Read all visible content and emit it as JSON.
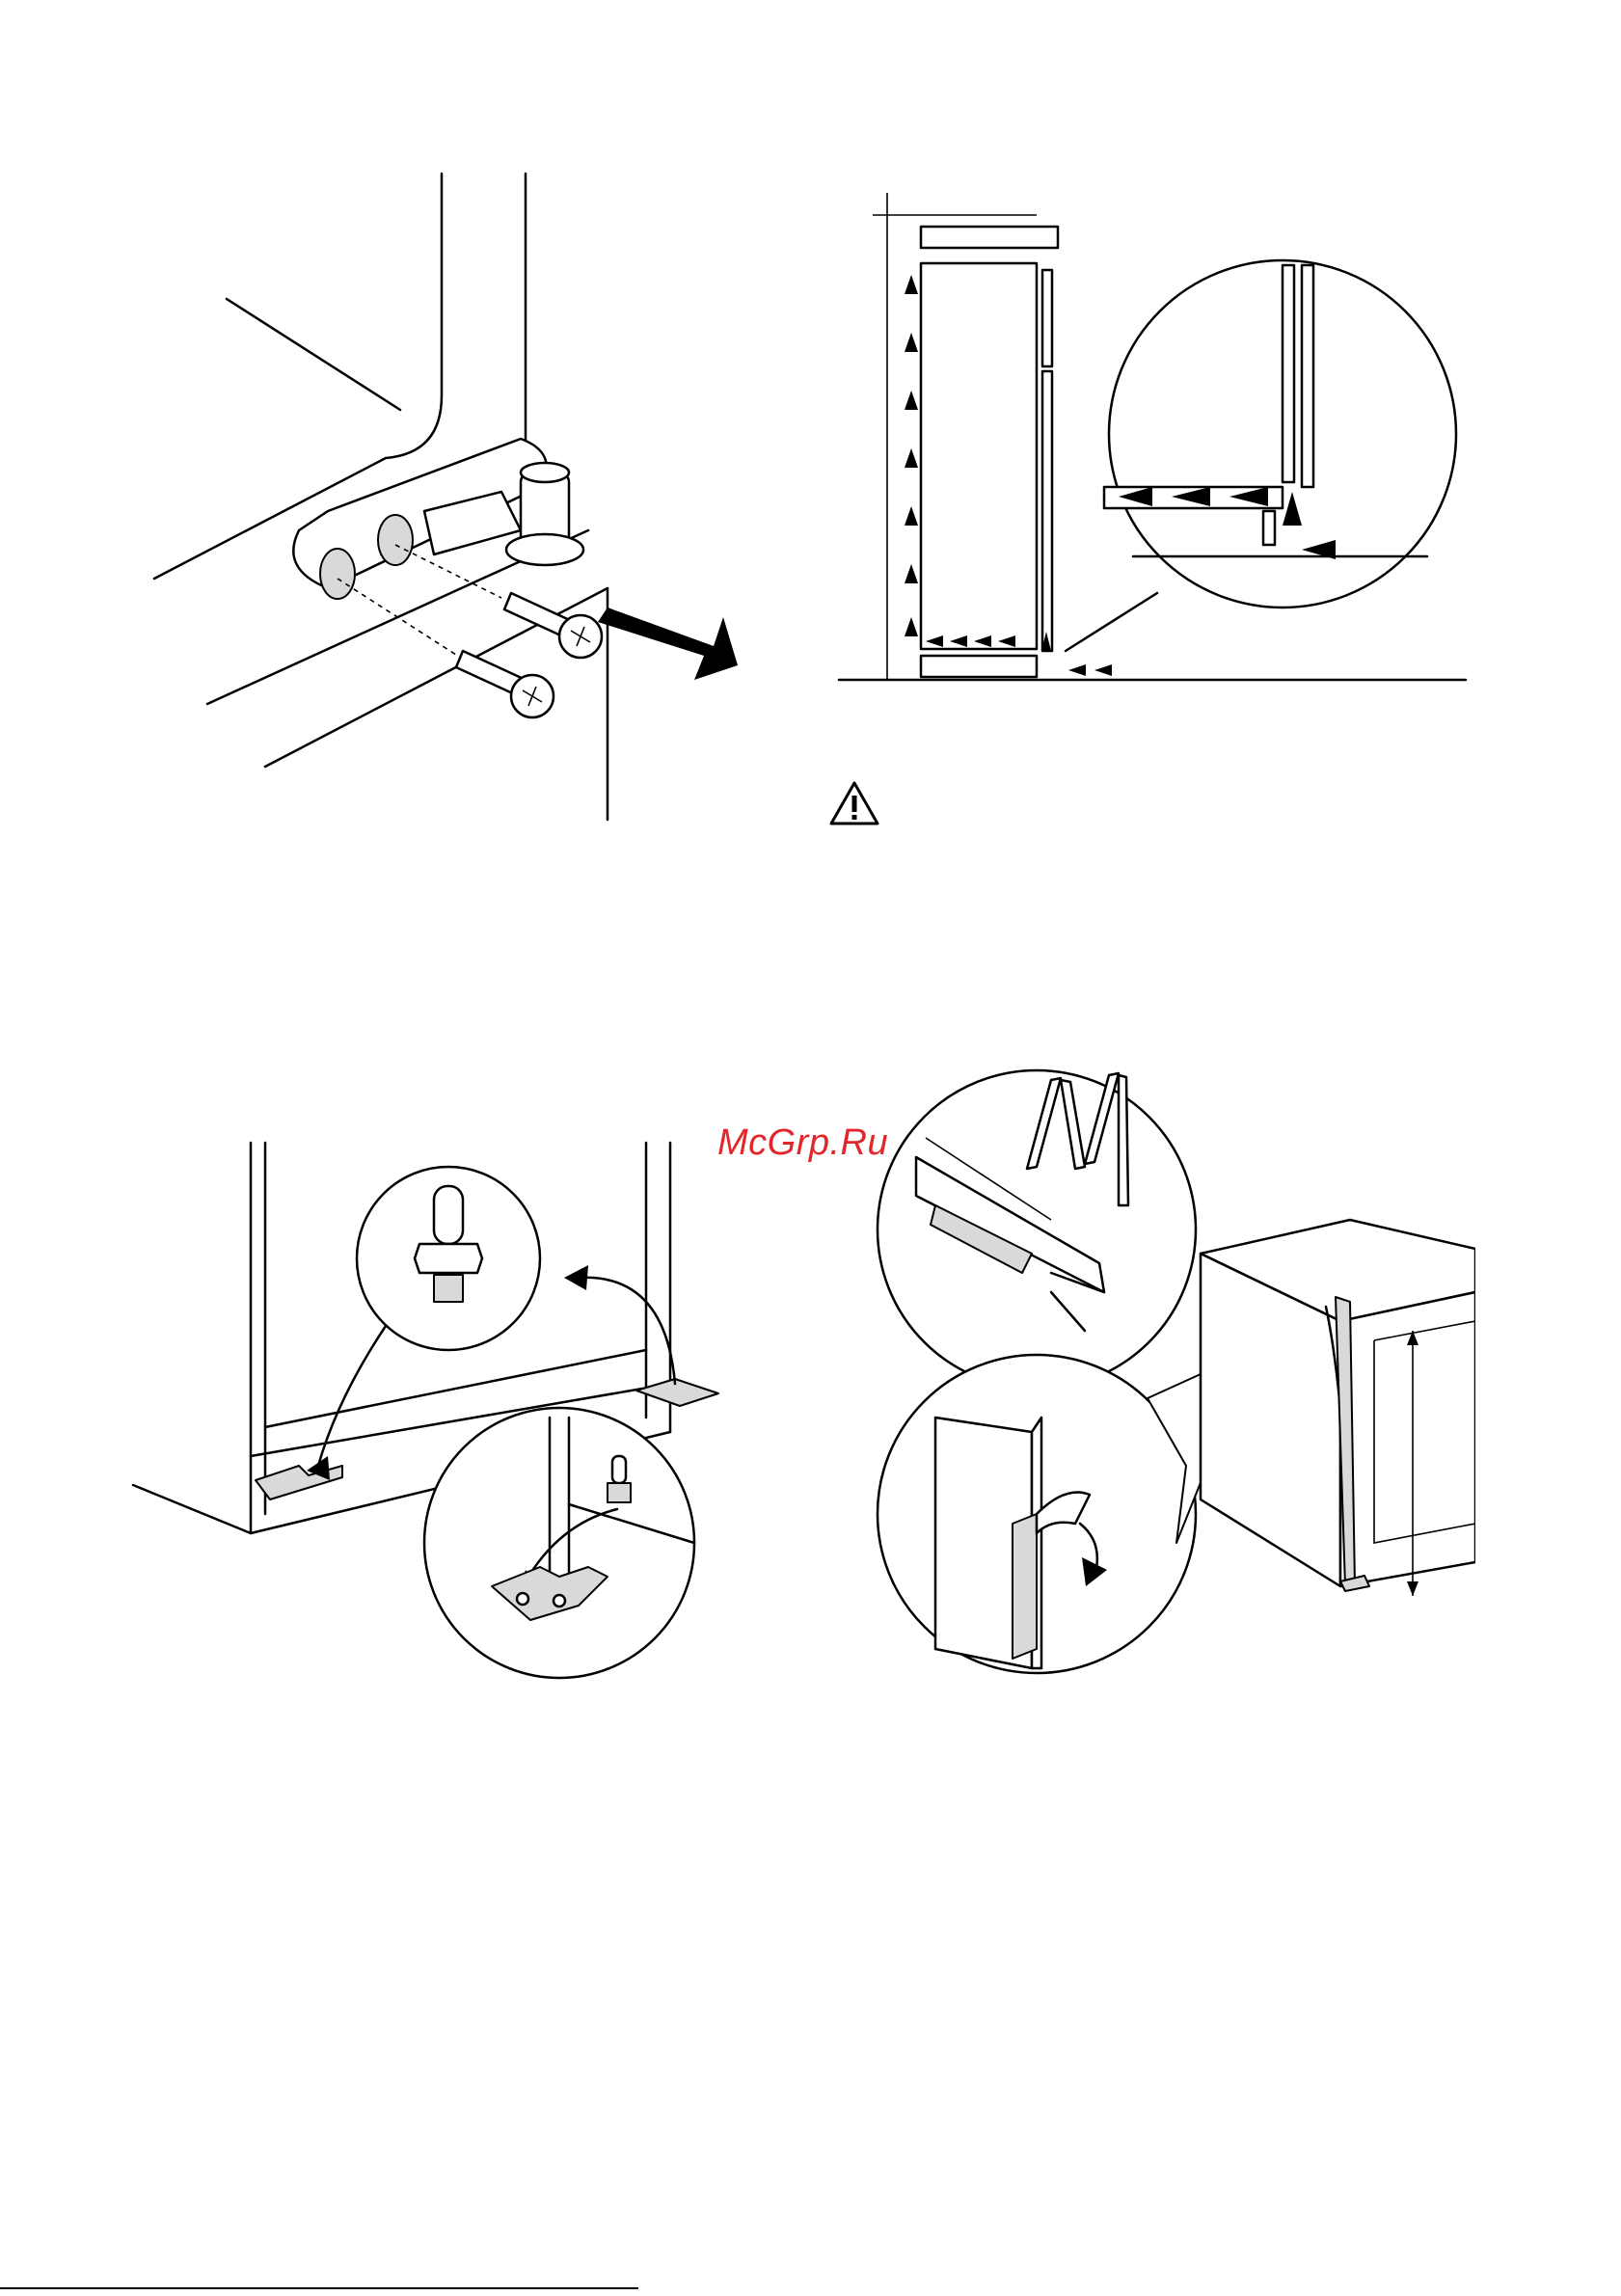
{
  "watermark": {
    "text": "McGrp.Ru",
    "color": "#e3262b"
  },
  "icons": {
    "warning": "warning-triangle-icon",
    "arrow": "direction-arrow-icon"
  },
  "figures": [
    {
      "id": "hinge-removal",
      "description_icon": "hinge-screws"
    },
    {
      "id": "ventilation",
      "description_icon": "airflow-arrows"
    },
    {
      "id": "foot-bracket",
      "description_icon": "bracket-swap"
    },
    {
      "id": "seal-strip",
      "description_icon": "cut-and-apply-seal"
    }
  ]
}
